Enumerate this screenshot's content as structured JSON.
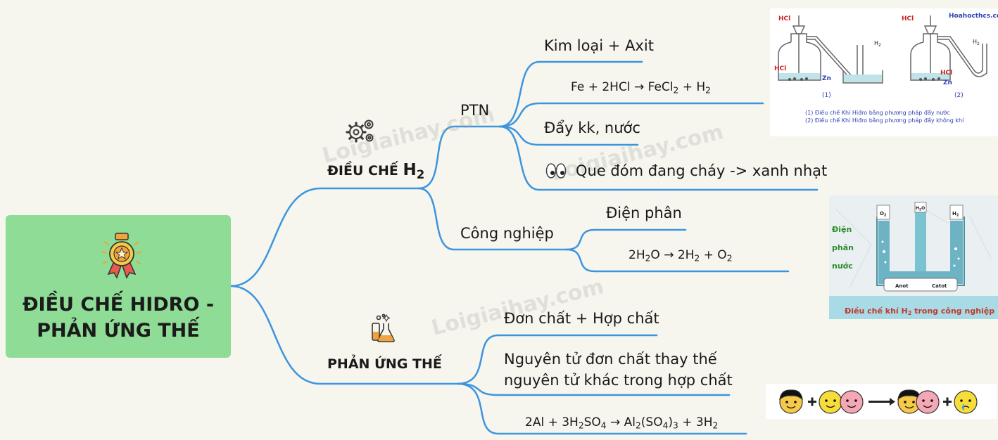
{
  "root": {
    "title": "ĐIỀU CHẾ HIDRO - PHẢN ỨNG THẾ",
    "icon": "award-medal-icon"
  },
  "branch_dieu_che": {
    "title": "ĐIỀU CHẾ",
    "title_sub": "H",
    "title_subscript": "2",
    "icon": "gears-icon",
    "ptn": {
      "label": "PTN",
      "kim_loai": "Kim loại + Axit",
      "eq1": {
        "a": "Fe + 2HCl → FeCl",
        "b": "2",
        "c": " + H",
        "d": "2"
      },
      "day_kk": "Đẩy kk, nước",
      "que_dom_icon": "eyes-icon",
      "que_dom": "Que đóm đang cháy -> xanh nhạt"
    },
    "cong_nghiep": {
      "label": "Công nghiệp",
      "dien_phan": "Điện phân",
      "eq2": {
        "a": "2H",
        "b": "2",
        "c": "O → 2H",
        "d": "2",
        "e": " + O",
        "f": "2"
      }
    }
  },
  "branch_phan_ung_the": {
    "title": "PHẢN ỨNG THẾ",
    "icon": "chemistry-flask-icon",
    "don_chat": "Đơn chất + Hợp chất",
    "def_line1": "Nguyên tử đơn chất thay thế",
    "def_line2": "nguyên tử khác trong hợp chất",
    "eq3": {
      "a": "2Al + 3H",
      "b": "2",
      "c": "SO",
      "d": "4",
      "e": " → Al",
      "f": "2",
      "g": "(SO",
      "h": "4",
      "i": ")",
      "j": "3",
      "k": " + 3H",
      "l": "2"
    }
  },
  "images": {
    "lab": {
      "site": "Hoahocthcs.com",
      "hcl_top1": "HCl",
      "hcl_top2": "HCl",
      "hcl_left": "HCl",
      "hcl_right": "HCl",
      "zn1": "Zn",
      "zn2": "Zn",
      "h2_1": "H",
      "h2_1_sub": "2",
      "h2_2": "H",
      "h2_2_sub": "2",
      "label1": "(1)",
      "label2": "(2)",
      "caption1": "(1) Điều chế Khí Hiđro bằng phương pháp đẩy nước",
      "caption2": "(2) Điều chế Khí Hiđro bằng phương pháp đẩy không khí"
    },
    "electrolysis": {
      "side1": "Điện",
      "side2": "phân",
      "side3": "nước",
      "o2": "O",
      "o2_sub": "2",
      "h2o": "H",
      "h2o_sub": "2",
      "h2o_o": "O",
      "h2": "H",
      "h2_sub": "2",
      "anot": "Anot",
      "catot": "Catot",
      "caption_a": "Điều chế khí H",
      "caption_sub": "2",
      "caption_b": " trong công nghiệp"
    },
    "faces": {
      "icon": "substitution-reaction-faces-icon"
    }
  },
  "watermark": "Loigiaihay.com",
  "colors": {
    "link": "#3c95dd",
    "root_bg": "#8fdc96",
    "background": "#f6f5ee"
  }
}
